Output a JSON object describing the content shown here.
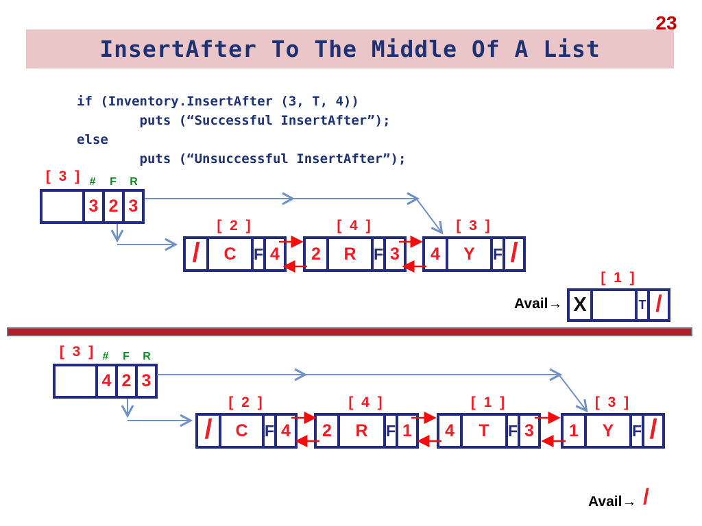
{
  "page": {
    "number": "23"
  },
  "title": {
    "text": "InsertAfter To The Middle Of A List"
  },
  "code": {
    "lines": [
      "if (Inventory.InsertAfter (3, T, 4))",
      "        puts (“Successful InsertAfter”);",
      "else",
      "        puts (“Unsuccessful InsertAfter”);"
    ]
  },
  "colors": {
    "navy": "#232c80",
    "text_navy": "#1e3273",
    "red": "#ee1c25",
    "arrow_red": "#f40b0b",
    "arrow_blue": "#7191c4",
    "green": "#0d8c23",
    "banner_pink": "#eac6c8",
    "divider_red": "#b01e28",
    "divider_border": "#60738a",
    "page_number_red": "#c00000"
  },
  "diagram_before": {
    "header": {
      "label": "[ 3 ]",
      "columns": [
        "#",
        "F",
        "R"
      ],
      "values": [
        "3",
        "2",
        "3"
      ]
    },
    "nodes": [
      {
        "label": "[ 2 ]",
        "cells": [
          "/",
          "C",
          "F",
          "4"
        ]
      },
      {
        "label": "[ 4 ]",
        "cells": [
          "2",
          "R",
          "F",
          "3"
        ]
      },
      {
        "label": "[ 3 ]",
        "cells": [
          "4",
          "Y",
          "F",
          "/"
        ]
      }
    ],
    "avail": {
      "label": "Avail→",
      "node_label": "[ 1 ]",
      "cells": [
        "X",
        "",
        "T",
        "/"
      ]
    }
  },
  "diagram_after": {
    "header": {
      "label": "[ 3 ]",
      "columns": [
        "#",
        "F",
        "R"
      ],
      "values": [
        "4",
        "2",
        "3"
      ]
    },
    "nodes": [
      {
        "label": "[ 2 ]",
        "cells": [
          "/",
          "C",
          "F",
          "4"
        ]
      },
      {
        "label": "[ 4 ]",
        "cells": [
          "2",
          "R",
          "F",
          "1"
        ]
      },
      {
        "label": "[ 1 ]",
        "cells": [
          "4",
          "T",
          "F",
          "3"
        ]
      },
      {
        "label": "[ 3 ]",
        "cells": [
          "1",
          "Y",
          "F",
          "/"
        ]
      }
    ],
    "avail": {
      "label": "Avail→",
      "slash": "/"
    }
  }
}
